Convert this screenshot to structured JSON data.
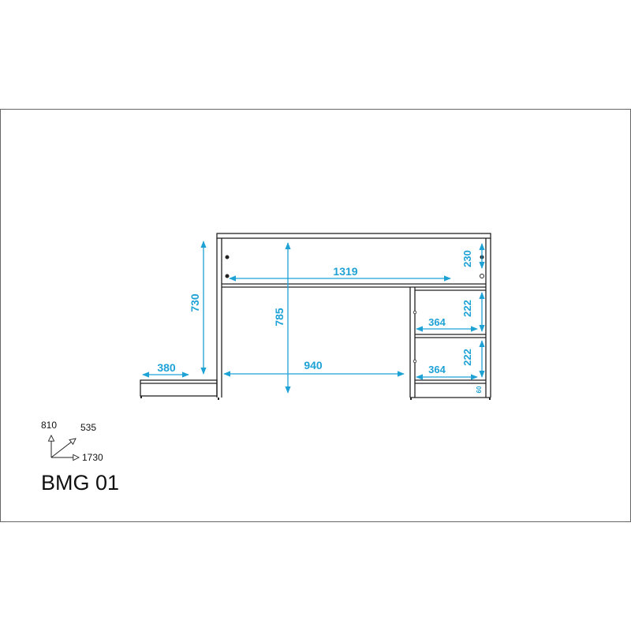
{
  "model": "BMG 01",
  "overall_dimensions": {
    "height": "810",
    "depth": "535",
    "width": "1730"
  },
  "dimensions": {
    "top_opening_width": "1319",
    "leg_height": "730",
    "under_desk_height": "785",
    "under_desk_width": "940",
    "side_platform_width": "380",
    "top_shelf_height": "230",
    "drawer_1_height": "222",
    "drawer_2_height": "222",
    "drawer_1_width": "364",
    "drawer_2_width": "364",
    "plinth_height": "60"
  },
  "colors": {
    "dimension": "#1ea2d6",
    "outline": "#222222",
    "frame": "#666666"
  }
}
